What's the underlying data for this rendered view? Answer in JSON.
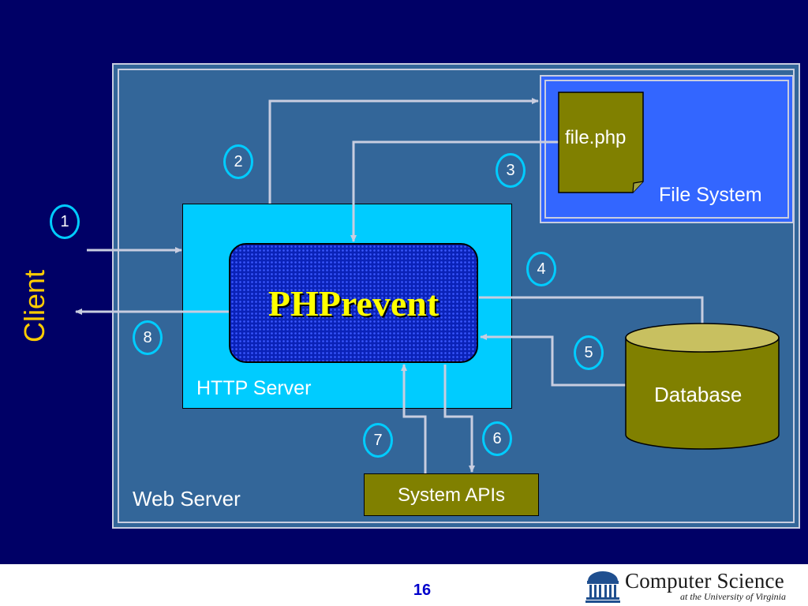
{
  "diagram": {
    "client_label": "Client",
    "web_server_label": "Web Server",
    "file_system_label": "File System",
    "file_label": "file.php",
    "http_server_label": "HTTP Server",
    "phprevent_label": "PHPrevent",
    "database_label": "Database",
    "system_apis_label": "System APIs",
    "steps": [
      "1",
      "2",
      "3",
      "4",
      "5",
      "6",
      "7",
      "8"
    ]
  },
  "footer": {
    "page_number": "16",
    "logo_name": "Computer Science",
    "logo_subtitle": "at the University of Virginia"
  },
  "colors": {
    "background": "#000066",
    "web_server": "#336699",
    "file_system": "#3366ff",
    "http_server": "#00ccff",
    "phprevent": "#0a22b8",
    "olive": "#808000",
    "client_text": "#ffcc00",
    "title_text": "#ffff00"
  }
}
